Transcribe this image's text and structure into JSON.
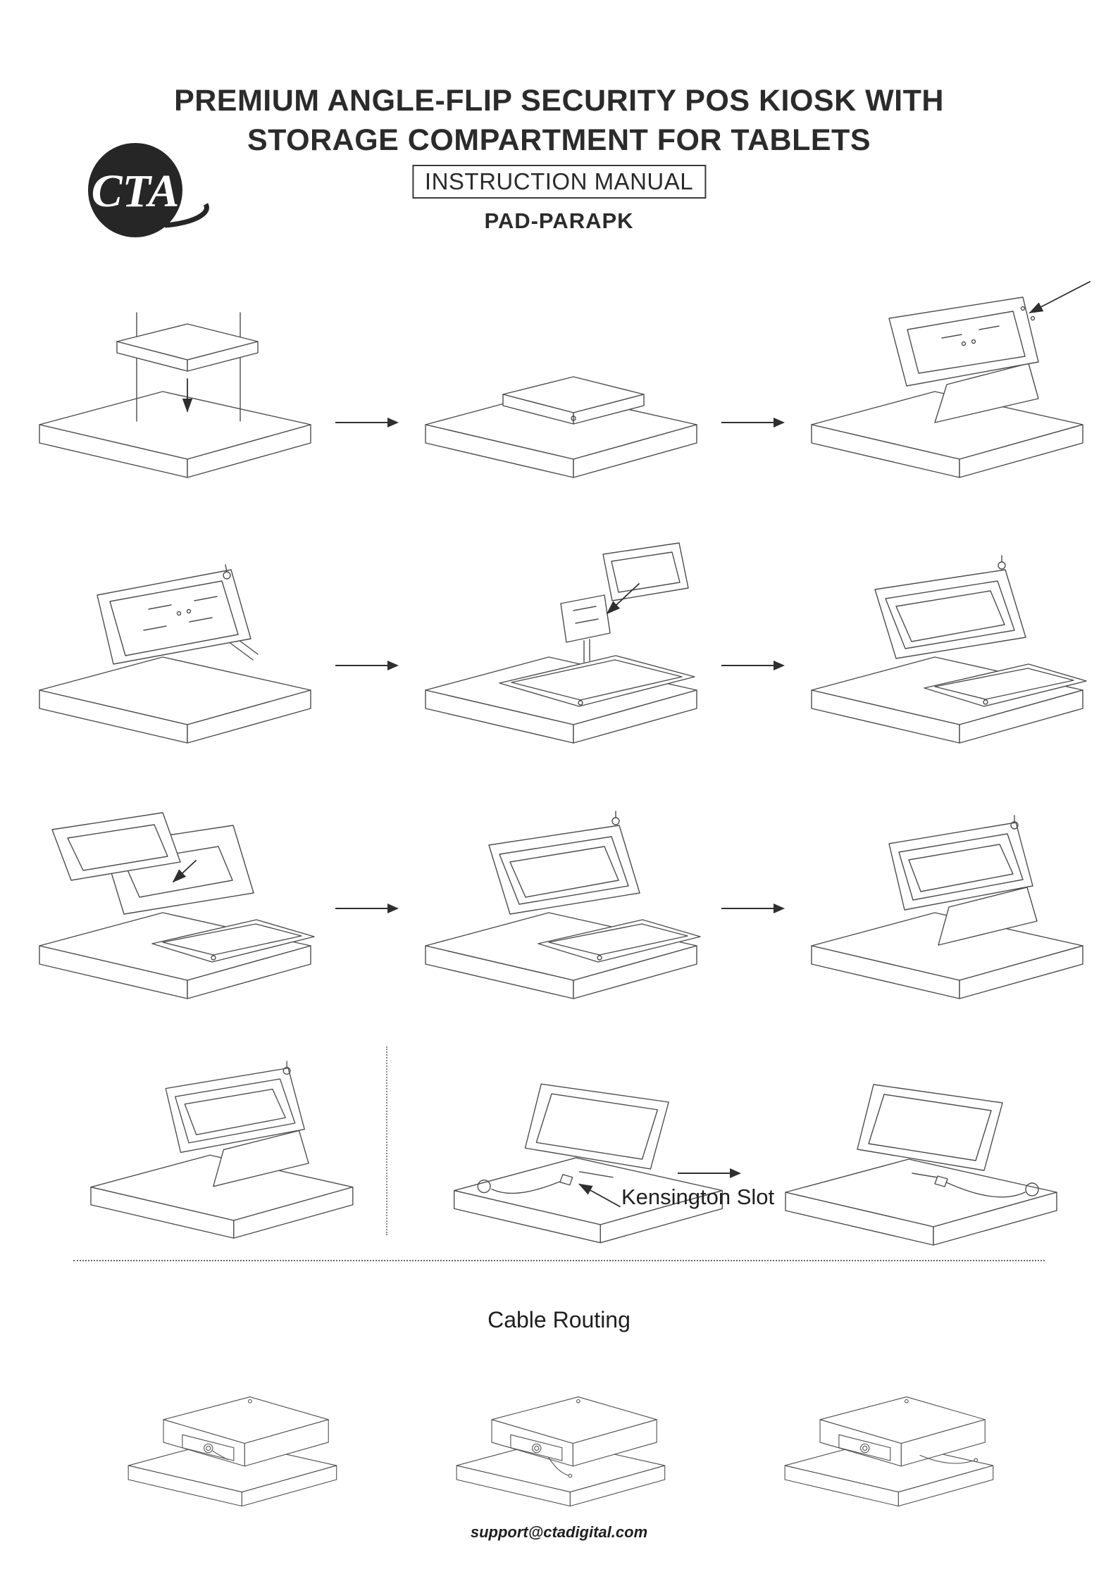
{
  "colors": {
    "ink": "#2b2b2b",
    "line": "#4d4d4d",
    "logo": "#262626"
  },
  "header": {
    "title_line1": "PREMIUM ANGLE-FLIP SECURITY POS KIOSK WITH",
    "title_line2": "STORAGE COMPARTMENT FOR TABLETS",
    "logo_text": "CTA",
    "manual_label": "INSTRUCTION MANUAL",
    "model": "PAD-PARAPK"
  },
  "labels": {
    "kensington": "Kensington Slot",
    "cable_routing": "Cable Routing"
  },
  "footer": {
    "email": "support@ctadigital.com"
  }
}
